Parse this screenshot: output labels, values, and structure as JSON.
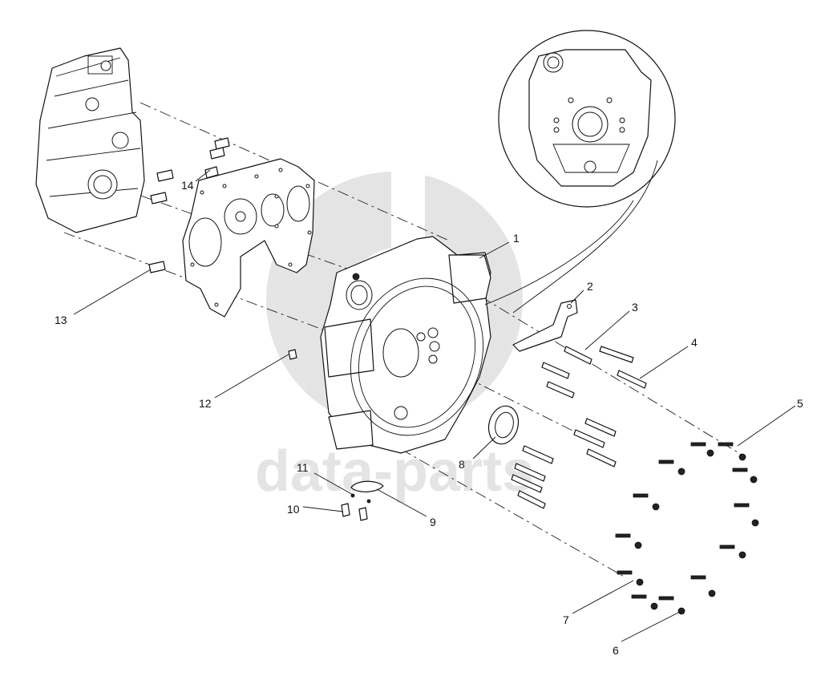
{
  "diagram": {
    "callouts": [
      {
        "label": "1"
      },
      {
        "label": "2"
      },
      {
        "label": "3"
      },
      {
        "label": "4"
      },
      {
        "label": "5"
      },
      {
        "label": "6"
      },
      {
        "label": "7"
      },
      {
        "label": "8"
      },
      {
        "label": "9"
      },
      {
        "label": "10"
      },
      {
        "label": "11"
      },
      {
        "label": "12"
      },
      {
        "label": "13"
      },
      {
        "label": "14"
      }
    ],
    "watermark": {
      "text": "data-parts",
      "color": "#bdbdbd"
    },
    "line_color": "#111111"
  }
}
